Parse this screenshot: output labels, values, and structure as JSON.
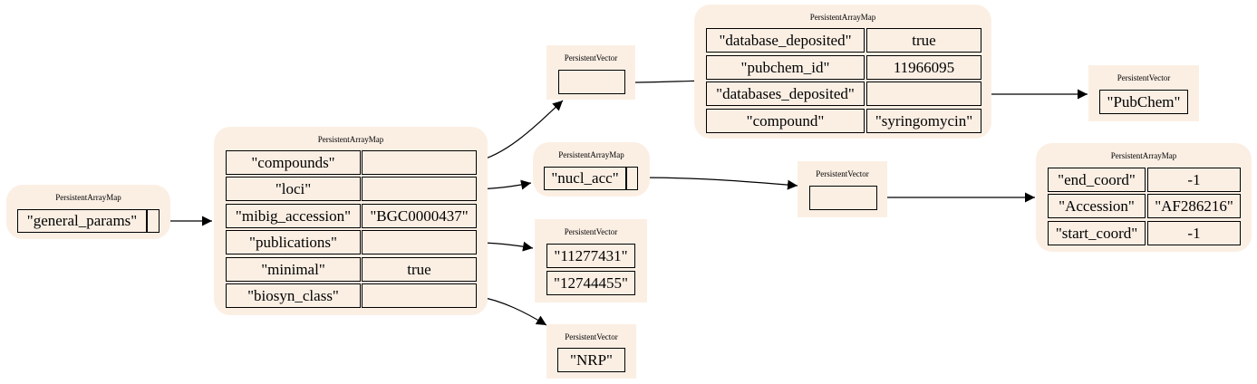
{
  "general_params_map": {
    "title": "PersistentArrayMap",
    "key": "\"general_params\""
  },
  "main_map": {
    "title": "PersistentArrayMap",
    "rows": [
      {
        "key": "\"compounds\"",
        "value": ""
      },
      {
        "key": "\"loci\"",
        "value": ""
      },
      {
        "key": "\"mibig_accession\"",
        "value": "\"BGC0000437\""
      },
      {
        "key": "\"publications\"",
        "value": ""
      },
      {
        "key": "\"minimal\"",
        "value": "true"
      },
      {
        "key": "\"biosyn_class\"",
        "value": ""
      }
    ]
  },
  "compounds_vector": {
    "title": "PersistentVector"
  },
  "compound_map": {
    "title": "PersistentArrayMap",
    "rows": [
      {
        "key": "\"database_deposited\"",
        "value": "true"
      },
      {
        "key": "\"pubchem_id\"",
        "value": "11966095"
      },
      {
        "key": "\"databases_deposited\"",
        "value": ""
      },
      {
        "key": "\"compound\"",
        "value": "\"syringomycin\""
      }
    ]
  },
  "databases_vector": {
    "title": "PersistentVector",
    "items": [
      "\"PubChem\""
    ]
  },
  "loci_map": {
    "title": "PersistentArrayMap",
    "key": "\"nucl_acc\""
  },
  "nucl_acc_vector": {
    "title": "PersistentVector"
  },
  "accession_map": {
    "title": "PersistentArrayMap",
    "rows": [
      {
        "key": "\"end_coord\"",
        "value": "-1"
      },
      {
        "key": "\"Accession\"",
        "value": "\"AF286216\""
      },
      {
        "key": "\"start_coord\"",
        "value": "-1"
      }
    ]
  },
  "publications_vector": {
    "title": "PersistentVector",
    "items": [
      "\"11277431\"",
      "\"12744455\""
    ]
  },
  "biosyn_vector": {
    "title": "PersistentVector",
    "items": [
      "\"NRP\""
    ]
  }
}
